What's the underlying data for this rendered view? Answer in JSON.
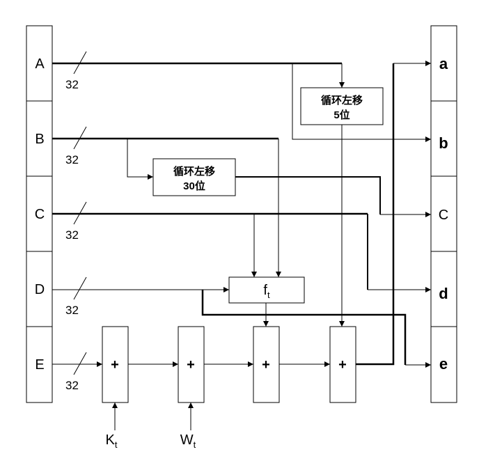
{
  "left_registers": [
    {
      "label": "A",
      "bits": "32"
    },
    {
      "label": "B",
      "bits": "32"
    },
    {
      "label": "C",
      "bits": "32"
    },
    {
      "label": "D",
      "bits": "32"
    },
    {
      "label": "E",
      "bits": "32"
    }
  ],
  "right_registers": [
    {
      "label": "a"
    },
    {
      "label": "b"
    },
    {
      "label": "C"
    },
    {
      "label": "d"
    },
    {
      "label": "e"
    }
  ],
  "rotate5": {
    "line1": "循环左移",
    "line2": "5位"
  },
  "rotate30": {
    "line1": "循环左移",
    "line2": "30位"
  },
  "function_box": {
    "main": "f",
    "sub": "t"
  },
  "adders": [
    "+",
    "+",
    "+",
    "+"
  ],
  "inputs": {
    "k": {
      "main": "K",
      "sub": "t"
    },
    "w": {
      "main": "W",
      "sub": "t"
    }
  }
}
